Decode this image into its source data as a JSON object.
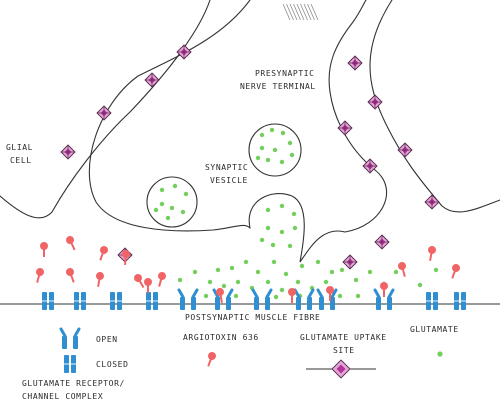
{
  "labels": {
    "glial_cell_line1": "GLIAL",
    "glial_cell_line2": "CELL",
    "presynaptic_line1": "PRESYNAPTIC",
    "presynaptic_line2": "NERVE TERMINAL",
    "vesicle_line1": "SYNAPTIC",
    "vesicle_line2": "VESICLE",
    "postsynaptic": "POSTSYNAPTIC MUSCLE FIBRE",
    "argiotoxin": "ARGIOTOXIN 636",
    "uptake_line1": "GLUTAMATE UPTAKE",
    "uptake_line2": "SITE",
    "glutamate": "GLUTAMATE",
    "open": "OPEN",
    "closed": "CLOSED",
    "receptor_line1": "GLUTAMATE RECEPTOR/",
    "receptor_line2": "CHANNEL COMPLEX"
  },
  "colors": {
    "outline": "#333333",
    "receptor": "#2f8fd0",
    "toxin": "#f06466",
    "glutamate": "#71cf5a",
    "uptake_fill": "#e3a6d6",
    "uptake_core": "#b3339a"
  }
}
